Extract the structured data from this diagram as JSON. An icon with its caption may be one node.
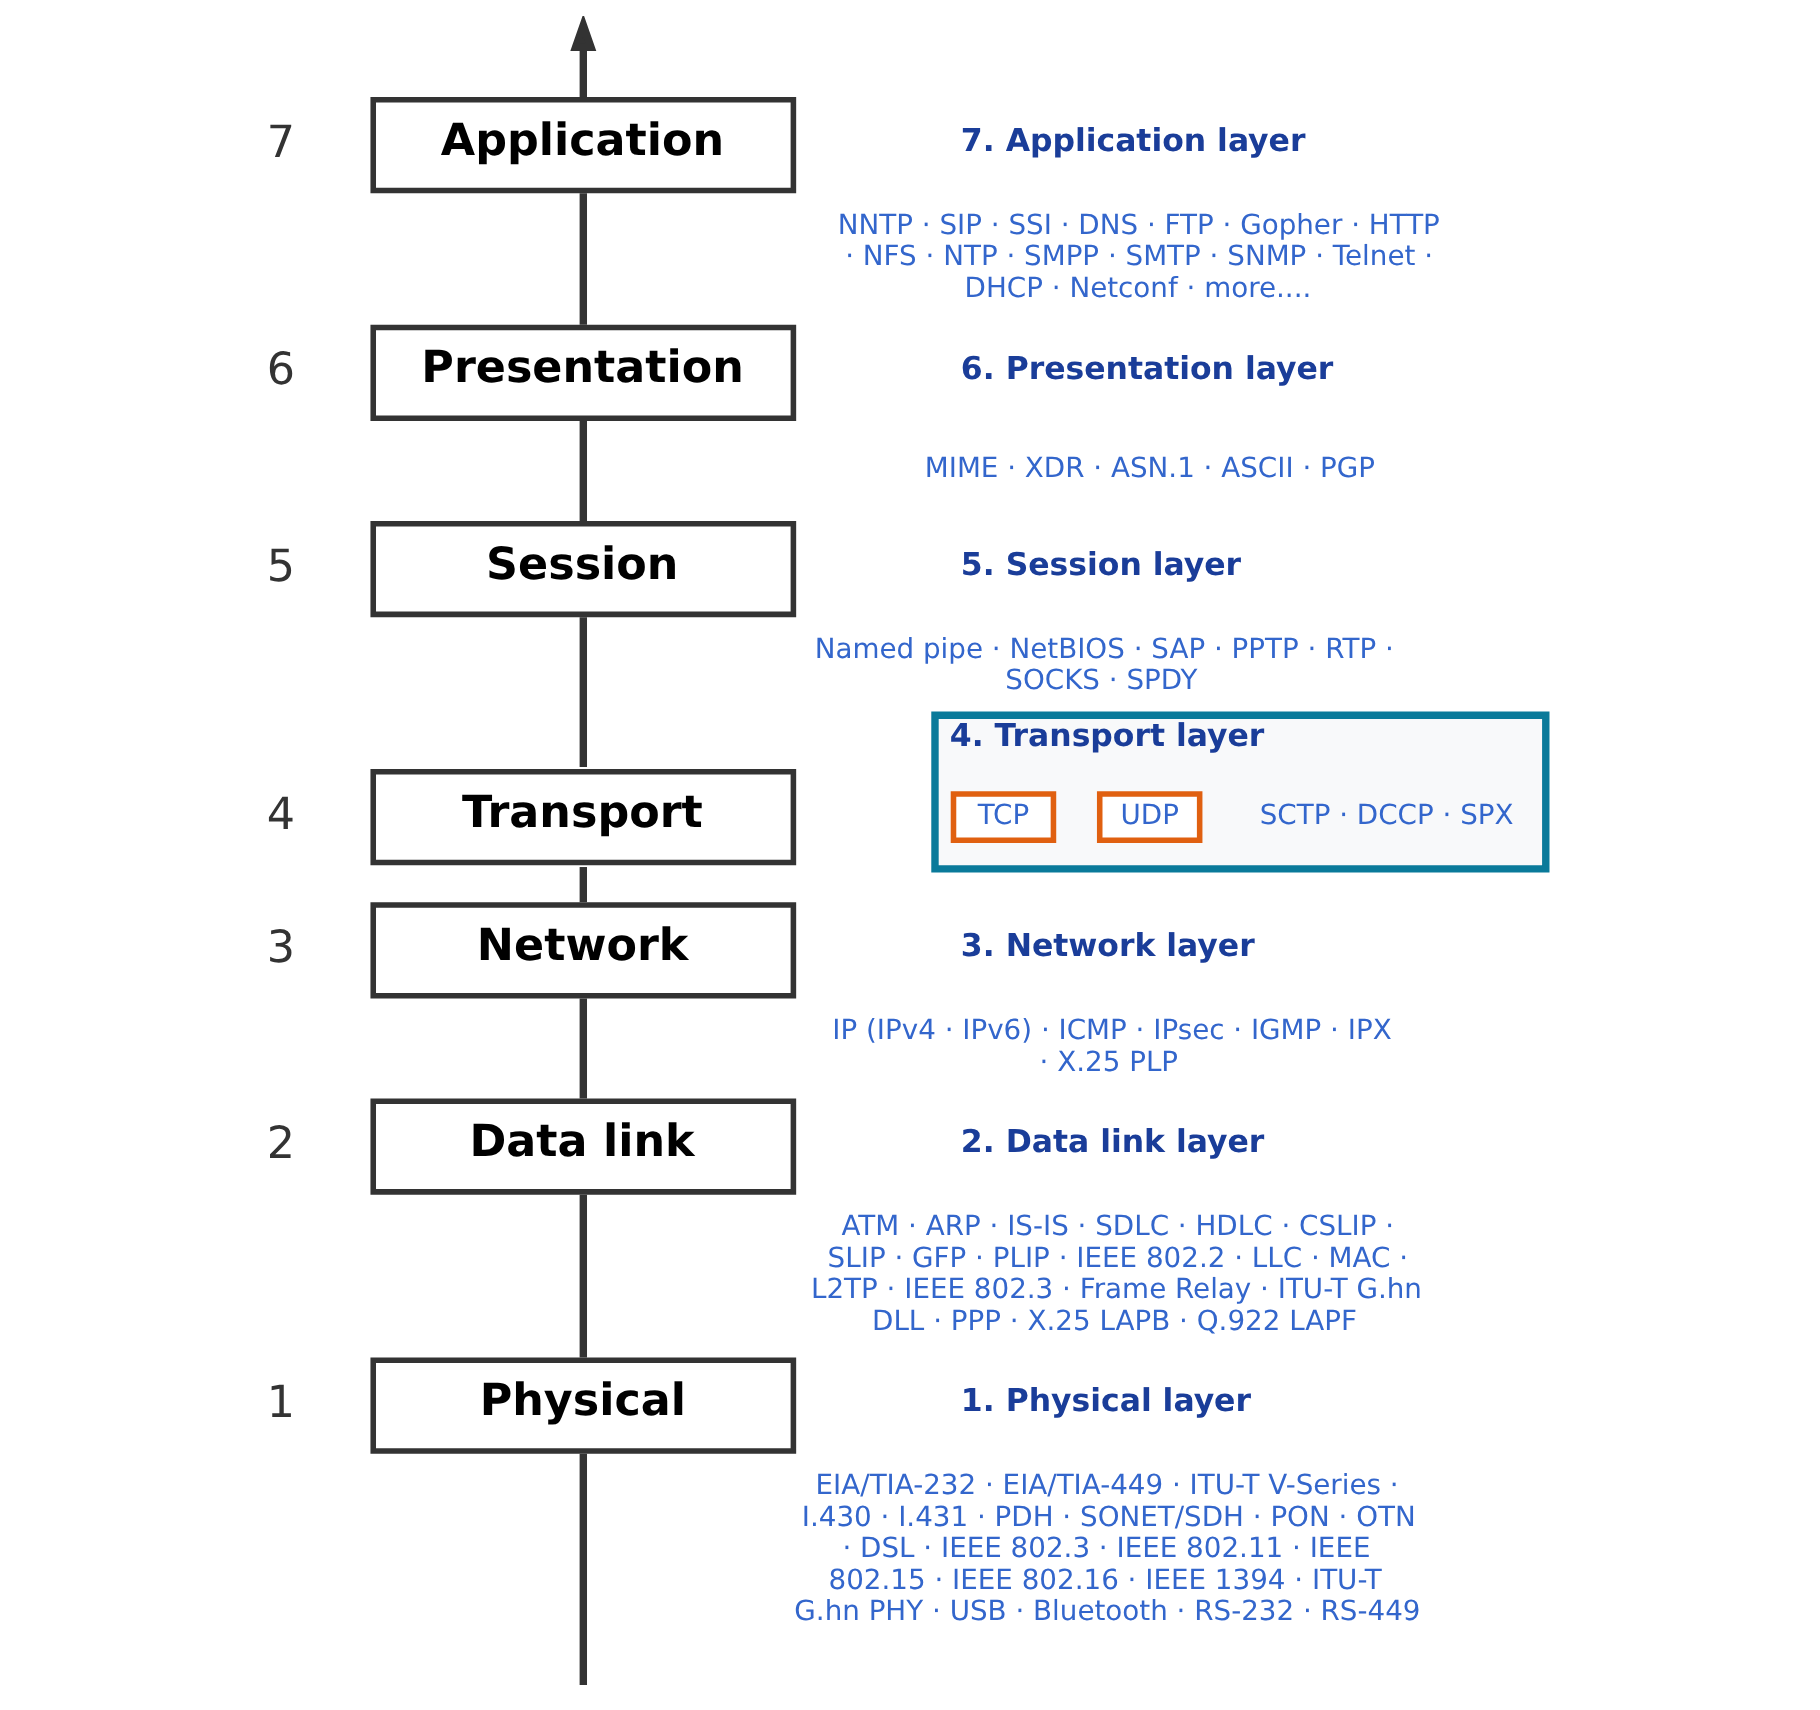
{
  "diagram": {
    "nodes": [
      {
        "text": [
          "Application"
        ],
        "beside": [
          "7"
        ]
      },
      {
        "text": [
          "Presentation"
        ],
        "beside": [
          "6"
        ]
      },
      {
        "text": [
          "Session"
        ],
        "beside": [
          "5"
        ]
      },
      {
        "text": [
          "Transport"
        ],
        "beside": [
          "4"
        ]
      },
      {
        "text": [
          "Network"
        ],
        "beside": [
          "3"
        ]
      },
      {
        "text": [
          "Data link"
        ],
        "beside": [
          "2"
        ]
      },
      {
        "text": [
          "Physical"
        ],
        "beside": [
          "1"
        ]
      },
      {
        "text": [
          "4. Transport layer",
          "SCTP · DCCP · SPX"
        ]
      },
      {
        "text": [
          "TCP"
        ],
        "in": 7
      },
      {
        "text": [
          "UDP"
        ],
        "in": 7
      }
    ],
    "edges": [
      {
        "from": null,
        "to": 6,
        "arrow": "none"
      },
      {
        "from": 6,
        "to": 5,
        "arrow": "none"
      },
      {
        "from": 5,
        "to": 4,
        "arrow": "none"
      },
      {
        "from": 4,
        "to": 3,
        "arrow": "none"
      },
      {
        "from": 3,
        "to": 2,
        "arrow": "none"
      },
      {
        "from": 2,
        "to": 1,
        "arrow": "none"
      },
      {
        "from": 1,
        "to": 0,
        "arrow": "none"
      },
      {
        "from": 0,
        "to": null,
        "arrow": "to"
      }
    ],
    "labels": [
      "7. Application layer",
      "NNTP · SIP · SSI · DNS · FTP · Gopher · HTTP · NFS · NTP · SMPP · SMTP · SNMP · Telnet · DHCP · Netconf · more....",
      "6. Presentation layer",
      "MIME · XDR · ASN.1 · ASCII · PGP",
      "5. Session layer",
      "Named pipe · NetBIOS · SAP · PPTP · RTP · SOCKS · SPDY",
      "3. Network layer",
      "IP (IPv4 · IPv6) · ICMP · IPsec · IGMP · IPX · X.25 PLP",
      "2. Data link layer",
      "ATM · ARP · IS-IS · SDLC · HDLC · CSLIP · SLIP · GFP · PLIP · IEEE 802.2 · LLC · MAC · L2TP · IEEE 802.3 · Frame Relay · ITU-T G.hn DLL · PPP · X.25 LAPB · Q.922 LAPF",
      "1. Physical layer",
      "EIA/TIA-232 · EIA/TIA-449 · ITU-T V-Series · I.430 · I.431 · PDH · SONET/SDH · PON · OTN · DSL · IEEE 802.3 · IEEE 802.11 · IEEE 802.15 · IEEE 802.16 · IEEE 1394 · ITU-T G.hn PHY · USB · Bluetooth · RS-232 · RS-449"
    ]
  }
}
